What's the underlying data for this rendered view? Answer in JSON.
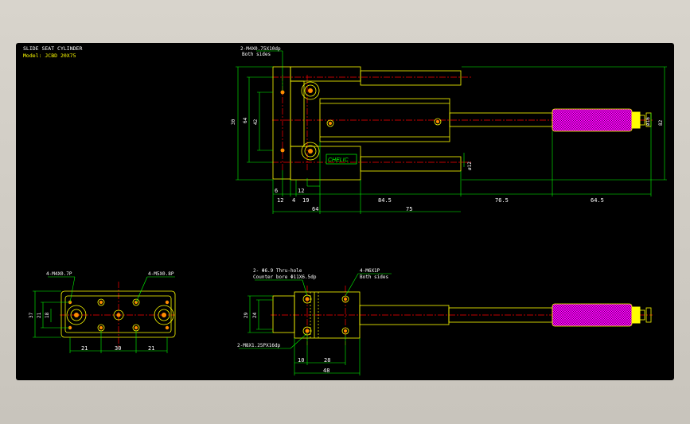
{
  "title_block": {
    "title": "SLIDE SEAT CYLINDER",
    "model": "Model: JCBD 20X75"
  },
  "labels": {
    "top_thread": "2-M4X0.75X10dp",
    "top_thread_note": "Both sides",
    "end_tapped": "4-M4X0.7P",
    "end_thread": "4-M5X0.8P",
    "side_thru": "2- Φ6.9 Thru-hole",
    "side_counter": "Counter bore  Φ11X6.5dp",
    "side_m6": "4-M6X1P",
    "side_m6_note": "Both sides",
    "side_bottom": "2-M8X1.25PX16dp",
    "brand": "CHELIC"
  },
  "dims": {
    "d30": "30",
    "d64v": "64",
    "d42": "42",
    "d82": "82",
    "d16": "ø16",
    "d12v": "ø12",
    "b6": "6",
    "b12a": "12",
    "b4": "4",
    "b19": "19",
    "b12b": "12",
    "b84": "84.5",
    "b765": "76.5",
    "b645": "64.5",
    "c64": "64",
    "c75": "75",
    "e37": "37",
    "e21v": "21",
    "e18": "18",
    "e21a": "21",
    "e30": "30",
    "e21b": "21",
    "s29": "29",
    "s24": "24",
    "s10": "10",
    "s28": "28",
    "s48": "48"
  },
  "colors": {
    "outline": "#ffff00",
    "dimension": "#00ff00",
    "centerline": "#ff0000",
    "holes": "#ff8c00",
    "nut": "#ff00ff"
  }
}
